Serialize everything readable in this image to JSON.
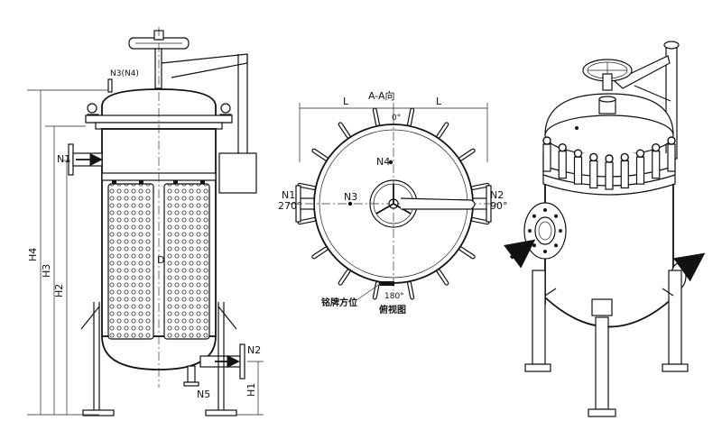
{
  "front_view": {
    "nozzles": {
      "top": "N3(N4)",
      "inlet": "N1",
      "outlet": "N2",
      "drain": "N5"
    },
    "dimensions": {
      "h1": "H1",
      "h2": "H2",
      "h3": "H3",
      "h4": "H4"
    },
    "diameter": "D"
  },
  "section_view": {
    "title": "A-A向",
    "dim_left": "L",
    "dim_right": "L",
    "angle_top": "0°",
    "angle_left": "270°",
    "angle_right": "90°",
    "angle_bottom": "180°",
    "nozzles": {
      "left": "N1",
      "center": "N3",
      "top": "N4",
      "right": "N2"
    },
    "nameplate_label": "铭牌方位",
    "view_label": "俯视图"
  },
  "colors": {
    "line": "#111111",
    "background": "#ffffff"
  }
}
